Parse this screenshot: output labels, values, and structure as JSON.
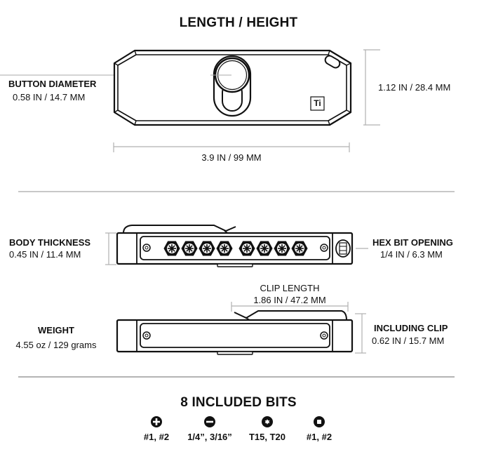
{
  "sections": {
    "length_height": {
      "title": "LENGTH / HEIGHT",
      "button_diameter": {
        "label": "BUTTON DIAMETER",
        "value": "0.58 IN / 14.7 MM"
      },
      "height": {
        "value": "1.12 IN / 28.4 MM"
      },
      "length": {
        "value": "3.9 IN / 99 MM"
      },
      "material_badge": "Ti"
    },
    "side_view": {
      "body_thickness": {
        "label": "BODY THICKNESS",
        "value": "0.45 IN / 11.4 MM"
      },
      "hex_bit_opening": {
        "label": "HEX BIT OPENING",
        "value": "1/4 IN / 6.3 MM"
      },
      "bits_shown": 8
    },
    "clip_view": {
      "clip_length": {
        "label": "CLIP LENGTH",
        "value": "1.86 IN / 47.2 MM"
      },
      "weight": {
        "label": "WEIGHT",
        "value": "4.55 oz /  129 grams"
      },
      "including_clip": {
        "label": "INCLUDING CLIP",
        "value": "0.62 IN / 15.7 MM"
      }
    },
    "included_bits": {
      "title": "8 INCLUDED BITS",
      "items": [
        {
          "icon": "phillips-icon",
          "label": "#1, #2"
        },
        {
          "icon": "slotted-icon",
          "label": "1/4”, 3/16”"
        },
        {
          "icon": "torx-icon",
          "label": "T15, T20"
        },
        {
          "icon": "square-icon",
          "label": "#1, #2"
        }
      ]
    }
  },
  "colors": {
    "ink": "#111111",
    "dimension_line": "#b0b0b0",
    "divider": "#c8c8c8",
    "background": "#ffffff"
  }
}
